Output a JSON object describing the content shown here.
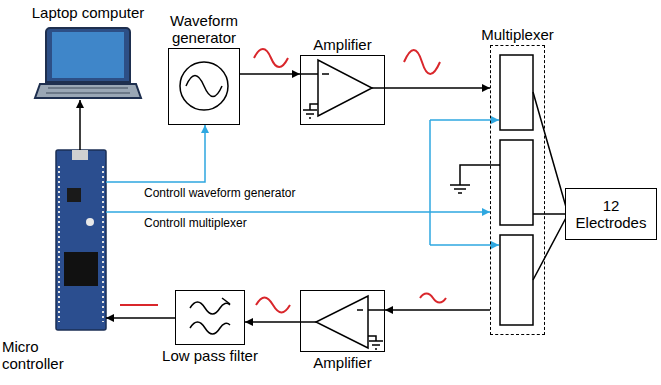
{
  "diagram": {
    "nodes": [
      {
        "text": [
          "Laptop computer"
        ]
      },
      {
        "text": [
          "Micro controller"
        ]
      },
      {
        "text": [
          "Waveform generator"
        ]
      },
      {
        "text": [
          "Amplifier"
        ]
      },
      {
        "text": [
          "Multiplexer"
        ]
      },
      {
        "text": [
          "12 Electrodes"
        ]
      },
      {
        "text": [
          "Low pass filter"
        ]
      },
      {
        "text": [
          "Amplifier"
        ]
      }
    ],
    "edges": [
      {
        "from": 1,
        "to": 0,
        "arrow": "to"
      },
      {
        "from": 1,
        "to": 2,
        "label": "Controll waveform generator",
        "arrow": "to"
      },
      {
        "from": 1,
        "to": 4,
        "label": "Controll multiplexer",
        "arrow": "to"
      },
      {
        "from": 2,
        "to": 3,
        "arrow": "to"
      },
      {
        "from": 3,
        "to": 4,
        "arrow": "to"
      },
      {
        "from": 4,
        "to": 5,
        "arrow": "none"
      },
      {
        "from": 4,
        "to": 7,
        "arrow": "to"
      },
      {
        "from": 7,
        "to": 6,
        "arrow": "to"
      },
      {
        "from": 6,
        "to": 1,
        "arrow": "to"
      }
    ]
  }
}
